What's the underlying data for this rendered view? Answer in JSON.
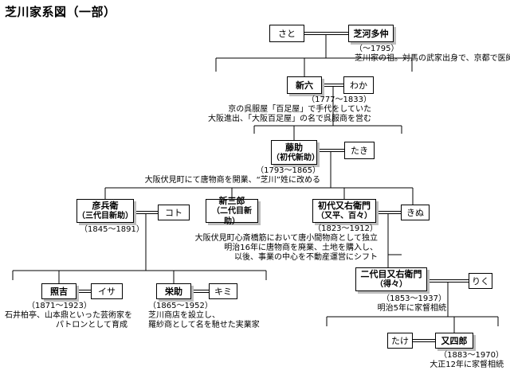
{
  "title": "芝川家系図（一部）",
  "people": {
    "sato": {
      "name": "さと"
    },
    "shibakawa_taju": {
      "name": "芝河多仲"
    },
    "shinroku": {
      "name": "新六"
    },
    "waka": {
      "name": "わか"
    },
    "tosuke": {
      "name": "藤助",
      "sub": "（初代新助）"
    },
    "taki": {
      "name": "たき"
    },
    "hikobee": {
      "name": "彦兵衛",
      "sub": "（三代目新助）"
    },
    "koto": {
      "name": "コト"
    },
    "shinzaburo": {
      "name": "新三郎",
      "sub": "（二代目新助）"
    },
    "shodai_mataemon": {
      "name": "初代又右衛門",
      "sub": "（又平、百々）"
    },
    "kinu": {
      "name": "きぬ"
    },
    "teruyoshi": {
      "name": "照吉"
    },
    "isa": {
      "name": "イサ"
    },
    "eisuke": {
      "name": "栄助"
    },
    "kimi": {
      "name": "キミ"
    },
    "nidai_mataemon": {
      "name": "二代目又右衛門",
      "sub": "（得々）"
    },
    "riku": {
      "name": "りく"
    },
    "take": {
      "name": "たけ"
    },
    "mata_shiro": {
      "name": "又四郎"
    }
  },
  "notes": {
    "taju": [
      "（～1795）",
      "芝川家の祖。対馬の武家出身で、京都で医師"
    ],
    "shinroku": [
      "（1777～1833）",
      "京の呉服屋「百足屋」で手代をしていた",
      "大阪進出、「大阪百足屋」の名で呉服商を営む"
    ],
    "tosuke": [
      "（1793～1865）",
      "大阪伏見町にて唐物商を開業、“芝川”姓に改める"
    ],
    "hikobee": [
      "（1845～1891）"
    ],
    "mataemon1": [
      "（1823～1912）",
      "大阪伏見町心斎橋筋において唐小間物商として独立",
      "明治16年に唐物商を廃業、土地を購入し、",
      "以後、事業の中心を不動産運営にシフト"
    ],
    "teruyoshi": [
      "（1871～1923）",
      "石井柏亭、山本鼎といった芸術家を",
      "パトロンとして育成"
    ],
    "eisuke": [
      "（1865～1952）",
      "芝川商店を設立し、",
      "羅紗商として名を馳せた実業家"
    ],
    "mataemon2": [
      "（1853～1937）",
      "明治5年に家督相続"
    ],
    "mata_shiro": [
      "（1883～1970）",
      "大正12年に家督相続"
    ]
  }
}
